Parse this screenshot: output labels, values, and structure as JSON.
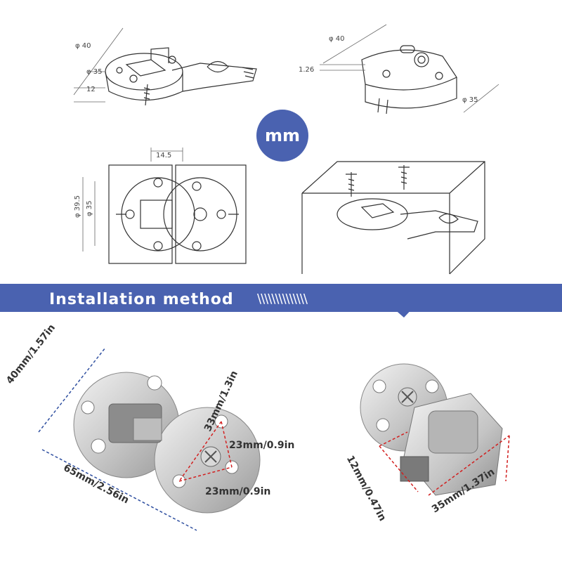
{
  "badge": {
    "unit": "mm"
  },
  "banner": {
    "title": "Installation method",
    "slashes": "\\\\\\\\\\\\\\\\\\\\\\\\\\\\",
    "color": "#4a62b0"
  },
  "diagram_top_left": {
    "dia_outer": "φ 40",
    "dia_inner": "φ 35",
    "height": "12"
  },
  "diagram_top_right": {
    "dia_outer": "φ 40",
    "offset": "1.26",
    "dia_inner": "φ 35"
  },
  "diagram_mid_left": {
    "width": "14.5",
    "dia_inner": "φ 35",
    "dia_outer": "φ 39.5"
  },
  "photo_left": {
    "diameter": "40mm/1.57in",
    "length": "65mm/2.56in",
    "hole_span": "33mm/1.3in",
    "hole_right": "23mm/0.9in",
    "hole_bottom": "23mm/0.9in"
  },
  "photo_right": {
    "depth": "12mm/0.47in",
    "cup_dia": "35mm/1.37in"
  }
}
